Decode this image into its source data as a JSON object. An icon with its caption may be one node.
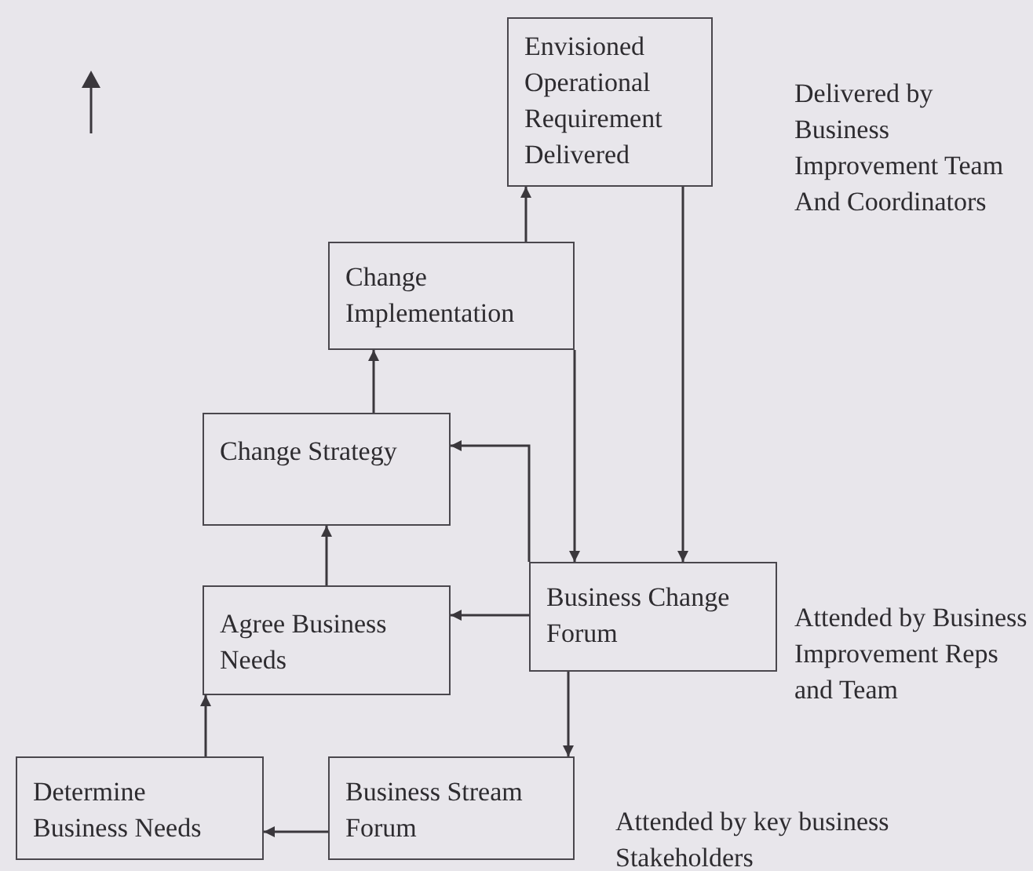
{
  "diagram": {
    "nodes": [
      {
        "text": [
          "Envisioned Operational Requirement Delivered"
        ],
        "beside": [
          "Delivered by Business Improvement Team And Coordinators"
        ]
      },
      {
        "text": [
          "Change Implementation"
        ]
      },
      {
        "text": [
          "Change Strategy"
        ]
      },
      {
        "text": [
          "Agree Business Needs"
        ]
      },
      {
        "text": [
          "Business Change Forum"
        ],
        "beside": [
          "Attended by Business Improvement Reps and Team"
        ]
      },
      {
        "text": [
          "Determine Business Needs"
        ]
      },
      {
        "text": [
          "Business Stream Forum"
        ],
        "beside": [
          "Attended by key business Stakeholders"
        ]
      }
    ],
    "edges": [
      {
        "from": 1,
        "to": 0,
        "arrow": "to"
      },
      {
        "from": 2,
        "to": 1,
        "arrow": "to"
      },
      {
        "from": 3,
        "to": 2,
        "arrow": "to"
      },
      {
        "from": 5,
        "to": 3,
        "arrow": "to"
      },
      {
        "from": 6,
        "to": 5,
        "arrow": "to"
      },
      {
        "from": 4,
        "to": 3,
        "arrow": "to"
      },
      {
        "from": 4,
        "to": 2,
        "arrow": "to"
      },
      {
        "from": 1,
        "to": 4,
        "arrow": "to"
      },
      {
        "from": 0,
        "to": 4,
        "arrow": "to"
      },
      {
        "from": 4,
        "to": 6,
        "arrow": "to"
      }
    ]
  }
}
